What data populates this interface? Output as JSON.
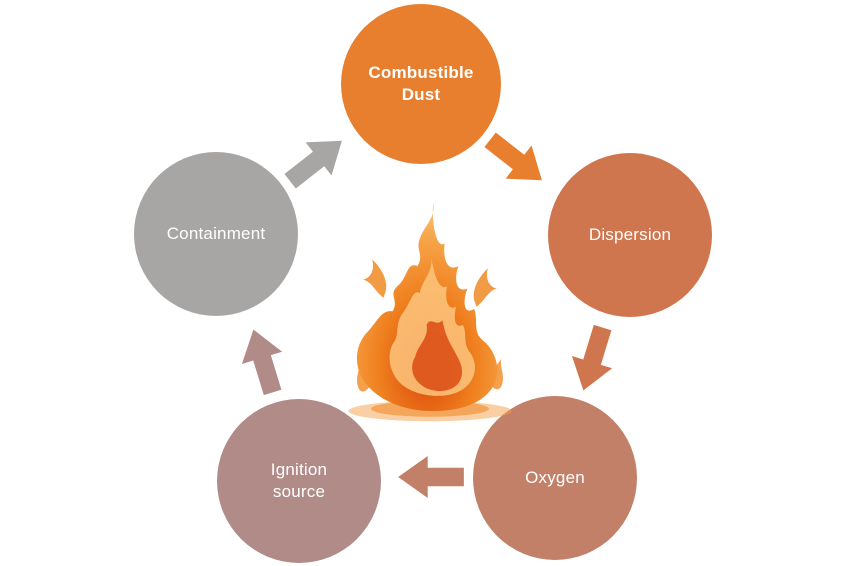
{
  "diagram": {
    "background": "#FFFFFF",
    "text_color": "#FFFFFF",
    "nodes": [
      {
        "id": "combustible-dust",
        "lines": [
          "Combustible",
          "Dust"
        ],
        "color": "#E87F2F",
        "bold": true
      },
      {
        "id": "dispersion",
        "lines": [
          "Dispersion"
        ],
        "color": "#D0764E",
        "bold": false
      },
      {
        "id": "oxygen",
        "lines": [
          "Oxygen"
        ],
        "color": "#C28069",
        "bold": false
      },
      {
        "id": "ignition-source",
        "lines": [
          "Ignition",
          "source"
        ],
        "color": "#B18B88",
        "bold": false
      },
      {
        "id": "containment",
        "lines": [
          "Containment"
        ],
        "color": "#A7A6A5",
        "bold": false
      }
    ],
    "arrows": [
      {
        "from": "combustible-dust",
        "to": "dispersion",
        "color": "#E87F2F"
      },
      {
        "from": "dispersion",
        "to": "oxygen",
        "color": "#D0764E"
      },
      {
        "from": "oxygen",
        "to": "ignition-source",
        "color": "#C28069"
      },
      {
        "from": "ignition-source",
        "to": "containment",
        "color": "#B18B88"
      },
      {
        "from": "containment",
        "to": "combustible-dust",
        "color": "#A7A6A5"
      }
    ],
    "center": {
      "icon": "flame-image",
      "flame_colors": {
        "core": "#D8430B",
        "mid": "#EF7F1E",
        "edge": "#F7A94E",
        "tip": "#FCD9A2"
      }
    }
  }
}
